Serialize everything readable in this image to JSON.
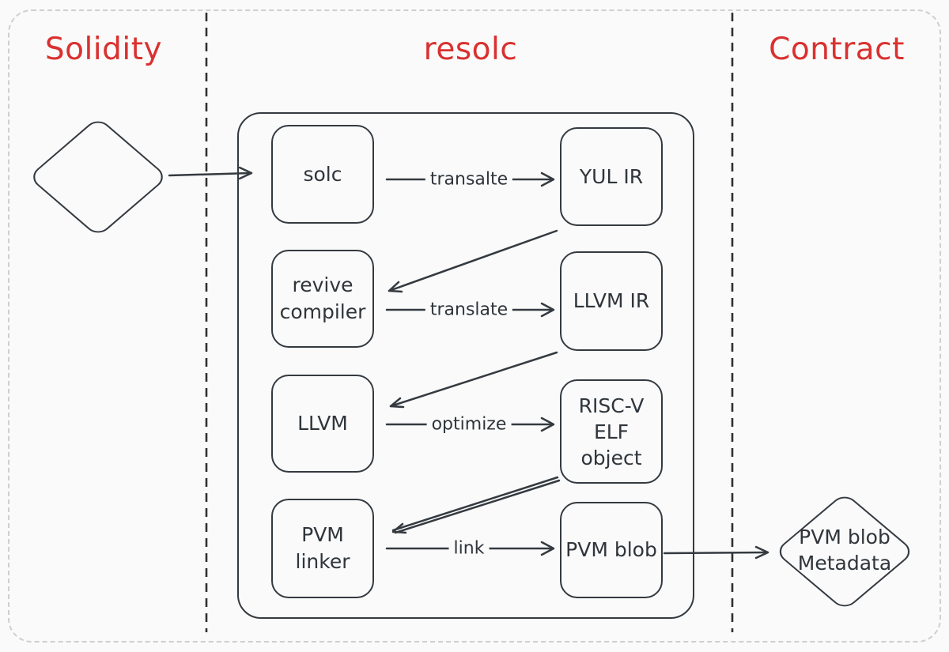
{
  "sections": {
    "solidity": {
      "title": "Solidity"
    },
    "resolc": {
      "title": "resolc"
    },
    "contract": {
      "title": "Contract"
    }
  },
  "nodes": {
    "solc": {
      "label": "solc"
    },
    "yul_ir": {
      "label": "YUL IR"
    },
    "revive_compiler": {
      "lines": [
        "revive",
        "compiler"
      ]
    },
    "llvm_ir": {
      "label": "LLVM IR"
    },
    "llvm": {
      "label": "LLVM"
    },
    "riscv_elf": {
      "lines": [
        "RISC-V",
        "ELF",
        "object"
      ]
    },
    "pvm_linker": {
      "lines": [
        "PVM",
        "linker"
      ]
    },
    "pvm_blob": {
      "label": "PVM blob"
    },
    "output_diamond": {
      "lines": [
        "PVM blob",
        "Metadata"
      ]
    }
  },
  "edges": {
    "solc_to_yul_ir": {
      "label": "transalte"
    },
    "revive_to_llvm_ir": {
      "label": "translate"
    },
    "llvm_to_riscv": {
      "label": "optimize"
    },
    "linker_to_blob": {
      "label": "link"
    }
  },
  "colors": {
    "accent_red": "#d93130",
    "stroke": "#343a40",
    "canvas": "#fafafa",
    "outer_border": "#cfcfcf"
  }
}
